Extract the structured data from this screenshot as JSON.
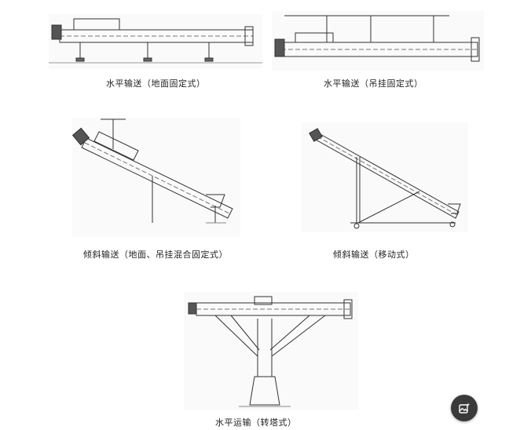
{
  "figures": [
    {
      "id": "horizontal-floor",
      "caption": "水平输送（地面固定式）"
    },
    {
      "id": "horizontal-hanging",
      "caption": "水平输送（吊挂固定式）"
    },
    {
      "id": "inclined-mixed",
      "caption": "倾斜输送（地面、吊挂混合固定式）"
    },
    {
      "id": "inclined-mobile",
      "caption": "倾斜输送（移动式）"
    },
    {
      "id": "horizontal-turret",
      "caption": "水平运输（转塔式）"
    }
  ],
  "fab": {
    "icon": "image-sparkle-icon"
  }
}
